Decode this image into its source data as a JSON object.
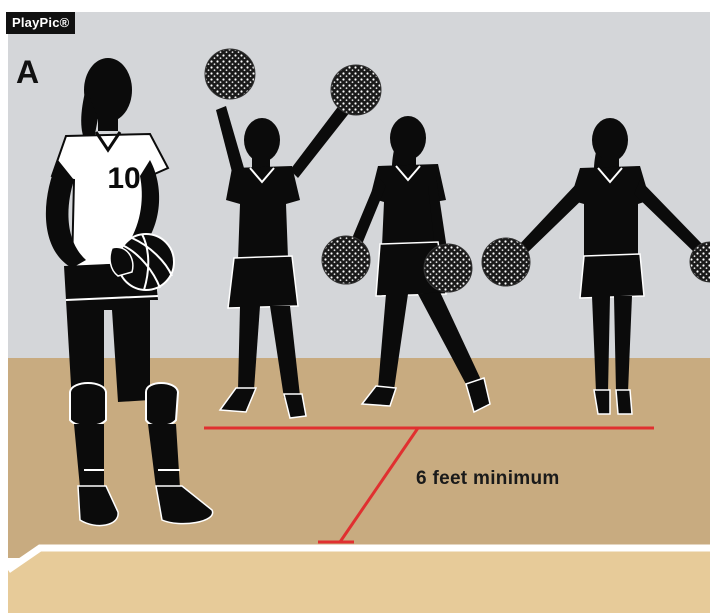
{
  "badge": {
    "text": "PlayPic®"
  },
  "panel": {
    "letter": "A"
  },
  "server": {
    "jersey_number": "10"
  },
  "distance": {
    "label": "6 feet minimum"
  },
  "colors": {
    "wall": "#d4d6d9",
    "floor": "#c8ab80",
    "court": "#e7cb99",
    "court_line": "#ffffff",
    "silhouette": "#0b0b0b",
    "measure_line": "#e03030"
  },
  "counts": {
    "cheerleaders": 3
  }
}
